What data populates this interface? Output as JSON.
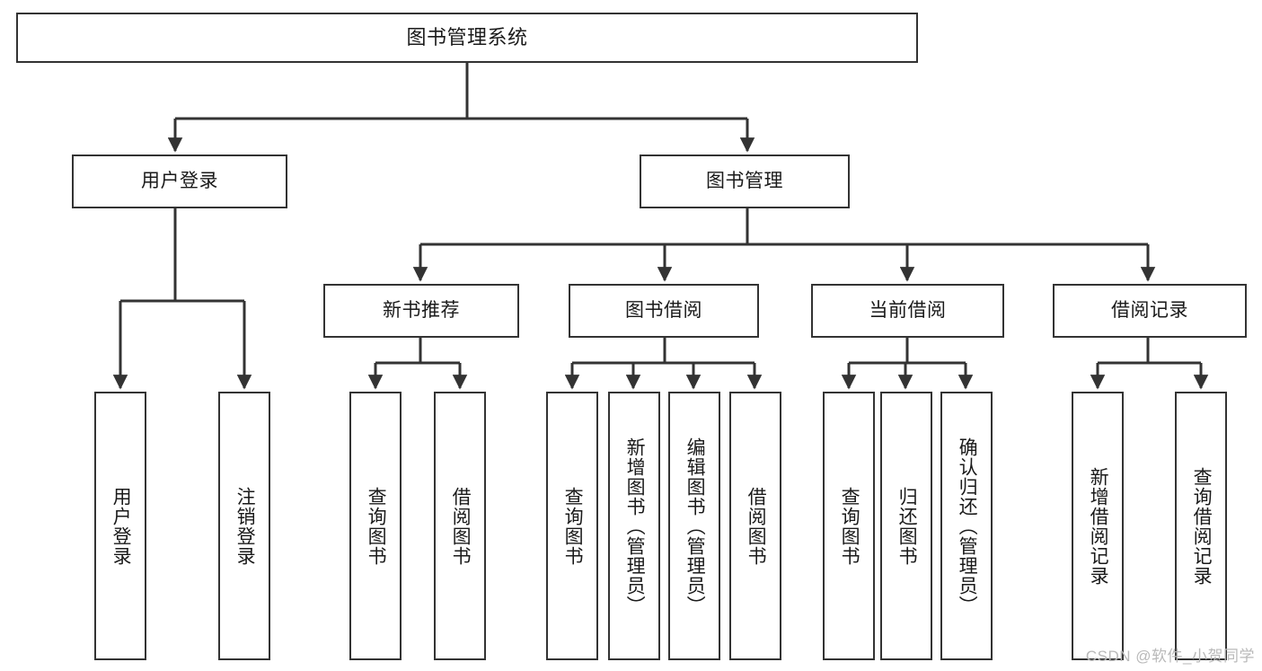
{
  "diagram": {
    "title": "图书管理系统",
    "type": "tree-hierarchy",
    "background_color": "#ffffff",
    "line_color": "#333333",
    "text_color": "#1a1a1a",
    "root": {
      "label": "图书管理系统"
    },
    "level2": [
      {
        "label": "用户登录"
      },
      {
        "label": "图书管理"
      }
    ],
    "level3": [
      {
        "label": "新书推荐"
      },
      {
        "label": "图书借阅"
      },
      {
        "label": "当前借阅"
      },
      {
        "label": "借阅记录"
      }
    ],
    "leaves": {
      "user_login": [
        {
          "label": "用户登录"
        },
        {
          "label": "注销登录"
        }
      ],
      "new_book_recommend": [
        {
          "label": "查询图书"
        },
        {
          "label": "借阅图书"
        }
      ],
      "book_borrow": [
        {
          "label": "查询图书"
        },
        {
          "label": "新增图书（管理员）"
        },
        {
          "label": "编辑图书（管理员）"
        },
        {
          "label": "借阅图书"
        }
      ],
      "current_borrow": [
        {
          "label": "查询图书"
        },
        {
          "label": "归还图书"
        },
        {
          "label": "确认归还（管理员）"
        }
      ],
      "borrow_record": [
        {
          "label": "新增借阅记录"
        },
        {
          "label": "查询借阅记录"
        }
      ]
    }
  },
  "watermark": {
    "text": "CSDN @软件_小贺同学"
  }
}
